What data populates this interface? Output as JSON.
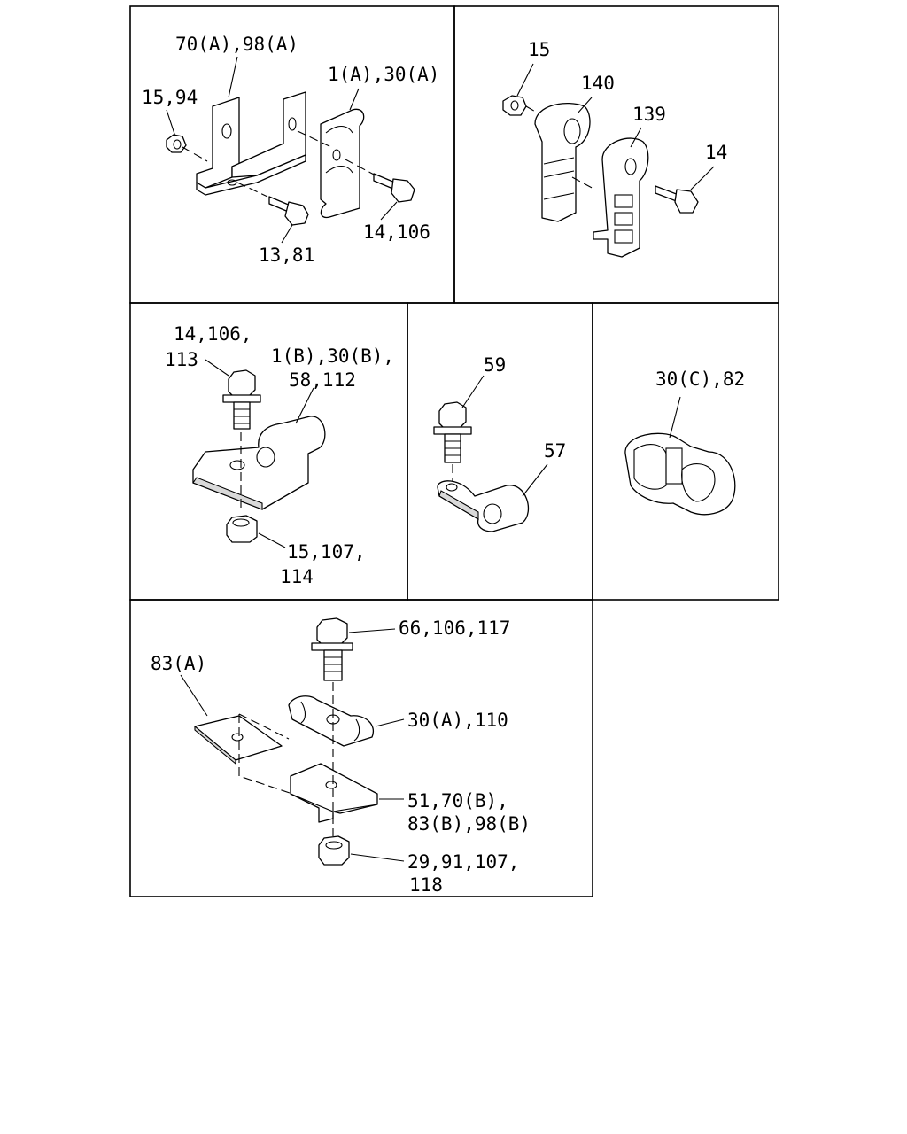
{
  "panels": {
    "p1": {
      "labels": [
        "70(A),98(A)",
        "1(A),30(A)",
        "15,94",
        "14,106",
        "13,81"
      ]
    },
    "p2": {
      "labels": [
        "15",
        "140",
        "139",
        "14"
      ]
    },
    "p3": {
      "labels": [
        "14,106,",
        "113",
        "1(B),30(B),",
        "58,112",
        "15,107,",
        "114"
      ]
    },
    "p4": {
      "labels": [
        "59",
        "57"
      ]
    },
    "p5": {
      "labels": [
        "30(C),82"
      ]
    },
    "p6": {
      "labels": [
        "66,106,117",
        "83(A)",
        "30(A),110",
        "51,70(B),",
        "83(B),98(B)",
        "29,91,107,",
        "118"
      ]
    }
  }
}
